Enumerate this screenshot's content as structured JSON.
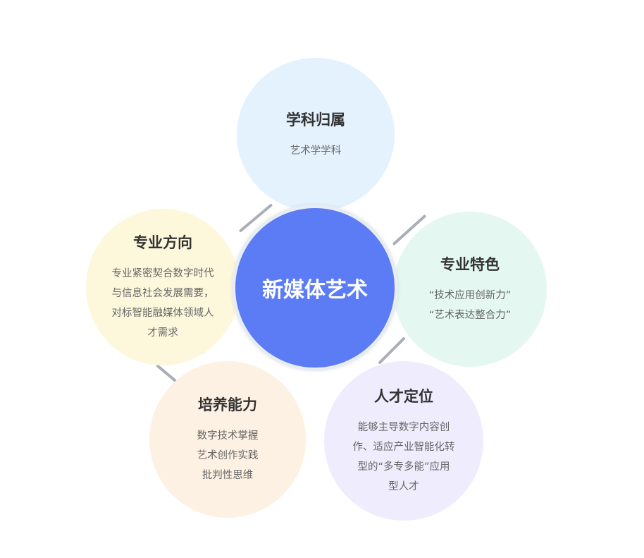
{
  "center": {
    "label": "新媒体艺术",
    "color": "#5b7cf5"
  },
  "nodes": [
    {
      "title": "学科归属",
      "text": "艺术学学科",
      "color": "#e4f2fd"
    },
    {
      "title": "专业方向",
      "text": "专业紧密契合数字时代\n与信息社会发展需要，\n对标智能融媒体领域人\n才需求",
      "color": "#fdf8dc"
    },
    {
      "title": "专业特色",
      "text": "“技术应用创新力”\n“艺术表达整合力”",
      "color": "#e4f8f1"
    },
    {
      "title": "培养能力",
      "text": "数字技术掌握\n艺术创作实践\n批判性思维",
      "color": "#fdf1e3"
    },
    {
      "title": "人才定位",
      "text": "能够主导数字内容创\n作、适应产业智能化转\n型的“多专多能”应用\n型人才",
      "color": "#efedfd"
    }
  ]
}
